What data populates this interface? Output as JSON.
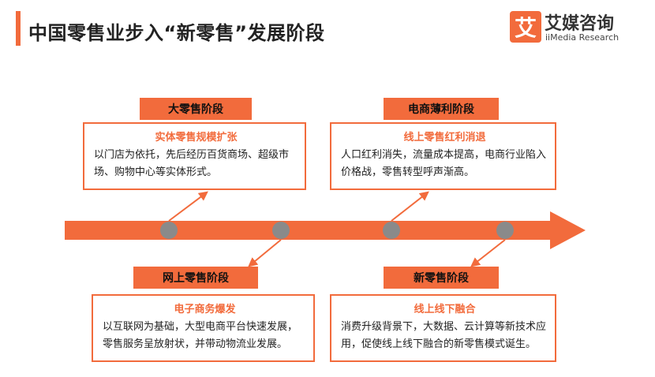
{
  "header": {
    "title": "中国零售业步入“新零售”发展阶段"
  },
  "logo": {
    "mark": "艾",
    "name": "艾媒咨询",
    "sub": "iiMedia Research"
  },
  "stages": {
    "s1": {
      "label": "大零售阶段",
      "box_title": "实体零售规模扩张",
      "box_body": "以门店为依托，先后经历百货商场、超级市场、购物中心等实体形式。"
    },
    "s2": {
      "label": "网上零售阶段",
      "box_title": "电子商务爆发",
      "box_body": "以互联网为基础，大型电商平台快速发展，零售服务呈放射状，并带动物流业发展。"
    },
    "s3": {
      "label": "电商薄利阶段",
      "box_title": "线上零售红利消退",
      "box_body": "人口红利消失，流量成本提高，电商行业陷入价格战，零售转型呼声渐高。"
    },
    "s4": {
      "label": "新零售阶段",
      "box_title": "线上线下融合",
      "box_body": "消费升级背景下，大数据、云计算等新技术应用，促使线上线下融合的新零售模式诞生。"
    }
  },
  "colors": {
    "accent": "#f26b3c",
    "dot": "#8a8a8a"
  }
}
